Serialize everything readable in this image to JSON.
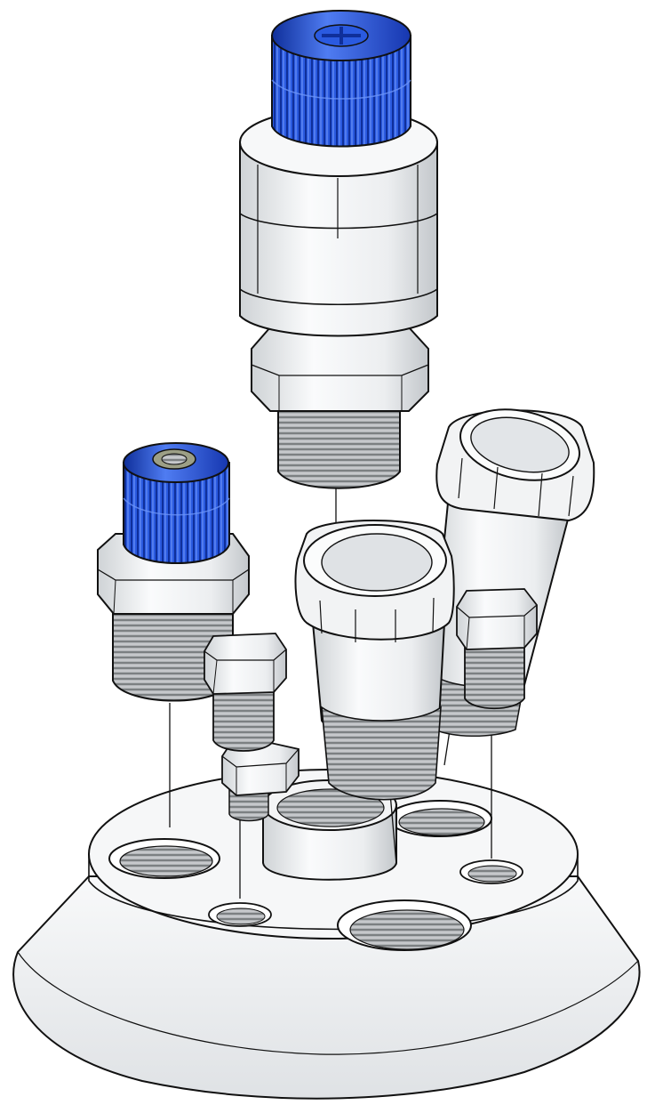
{
  "illustration": {
    "subject": "exploded-assembly",
    "colors": {
      "plastic_white": "#f4f5f6",
      "plastic_shade": "#dcdfe2",
      "plastic_dark": "#c4c8cc",
      "cap_blue": "#1f4fd6",
      "cap_blue_light": "#4f7cf2",
      "cap_blue_dark": "#0f2f9a",
      "thread_gray": "#a8abae",
      "thread_dark": "#7c7f82",
      "outline": "#111111",
      "background": "#ffffff"
    },
    "parts": [
      {
        "name": "base-flange",
        "icon": "flange-icon"
      },
      {
        "name": "large-valve-assembly",
        "icon": "valve-icon"
      },
      {
        "name": "small-valve-assembly",
        "icon": "valve-icon"
      },
      {
        "name": "angled-adapter",
        "icon": "adapter-icon"
      },
      {
        "name": "center-adapter",
        "icon": "adapter-icon"
      },
      {
        "name": "hex-plug-left-upper",
        "icon": "plug-icon"
      },
      {
        "name": "hex-plug-left-lower",
        "icon": "plug-icon"
      },
      {
        "name": "hex-plug-right",
        "icon": "plug-icon"
      }
    ]
  }
}
